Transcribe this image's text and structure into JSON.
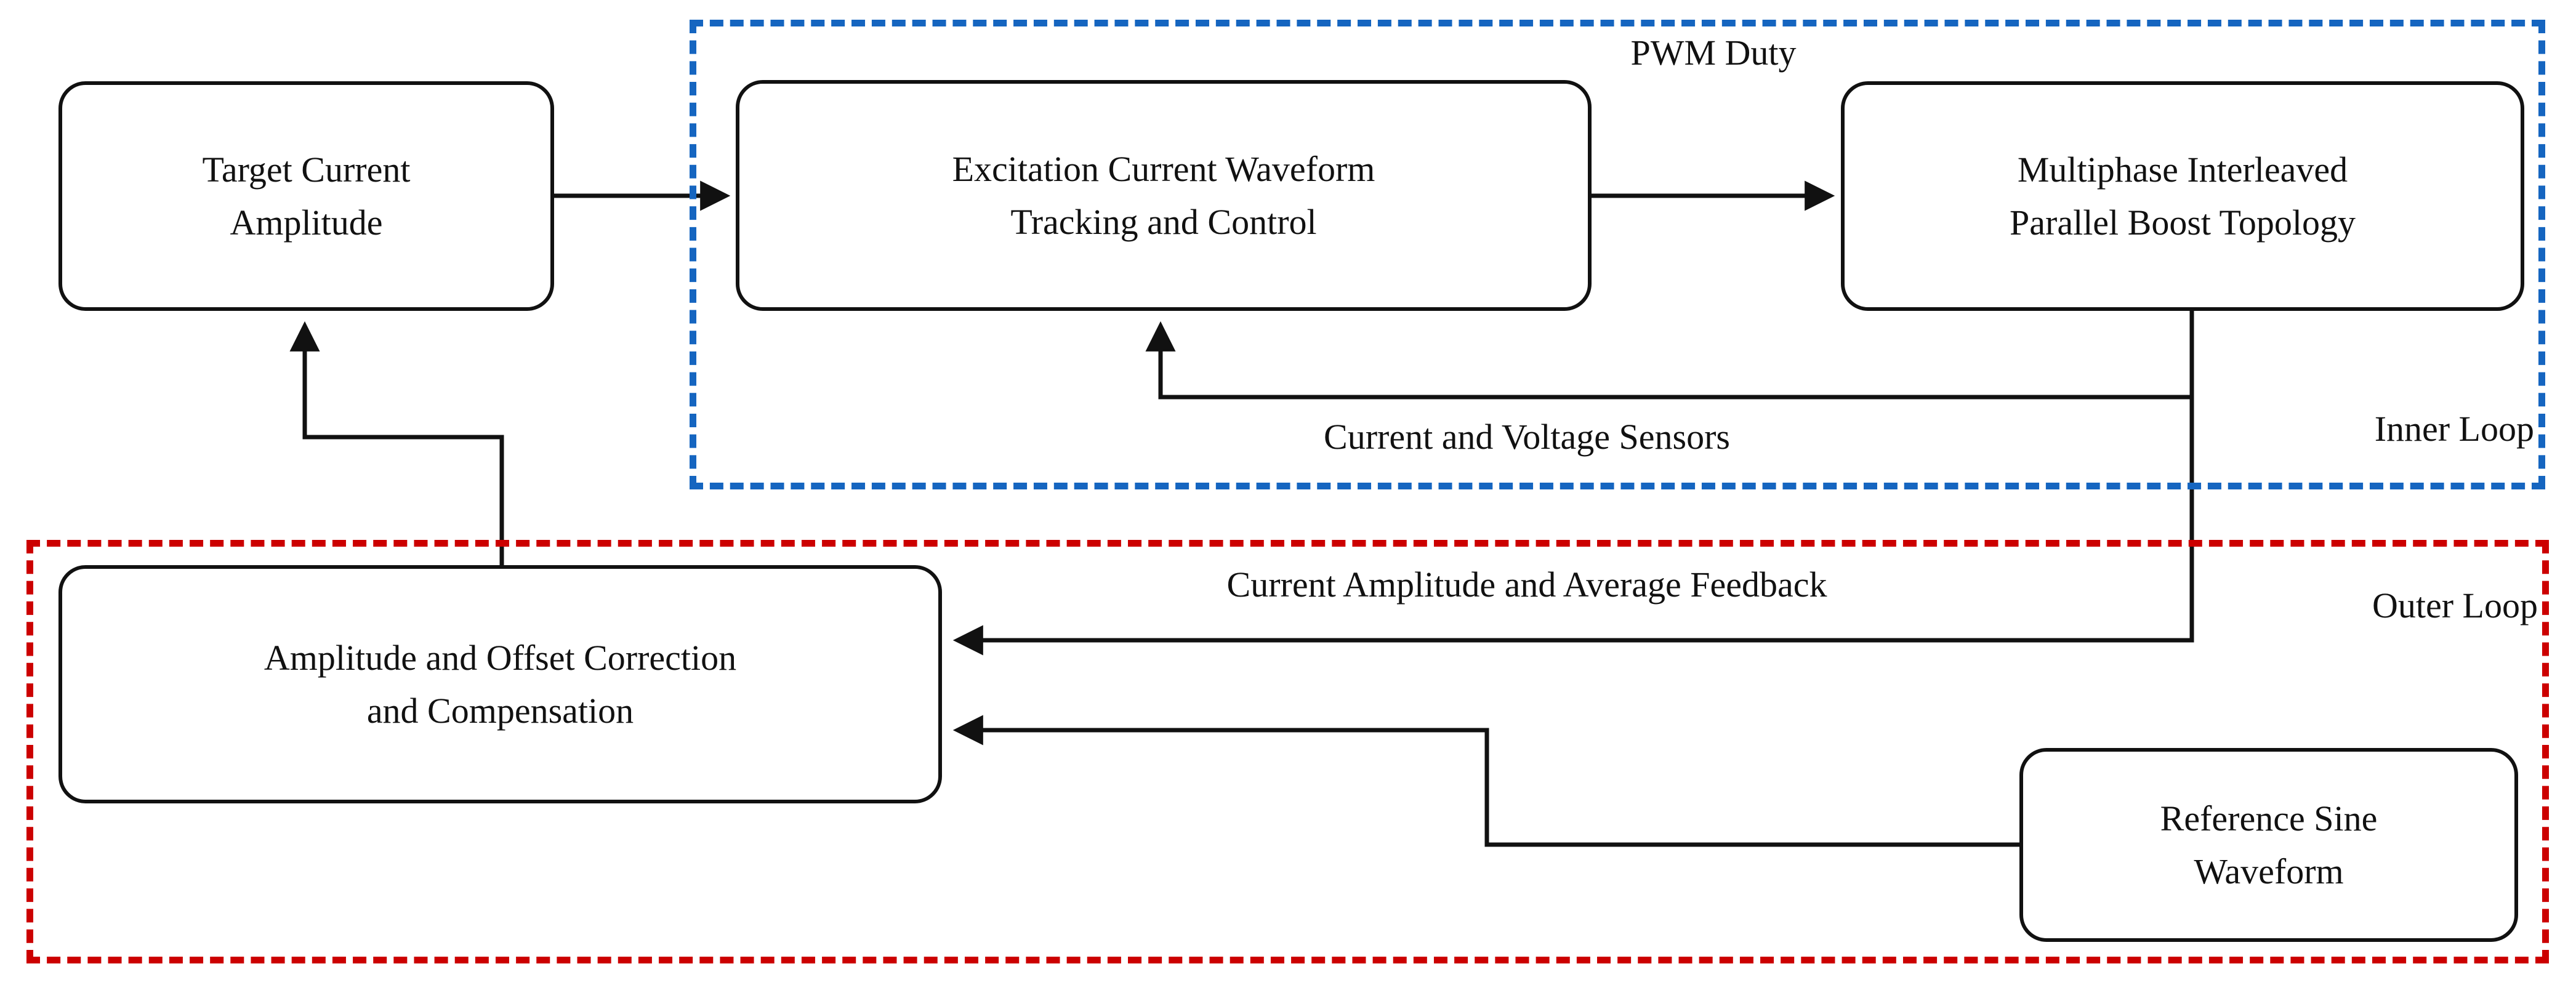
{
  "diagram": {
    "title": "Dual-loop excitation current control block diagram",
    "background": "#ffffff",
    "line_color": "#111111",
    "inner_loop_color": "#1565C0",
    "outer_loop_color": "#CC0000"
  },
  "regions": {
    "inner": {
      "label": "Inner Loop",
      "color": "#1565C0",
      "style": "dashed"
    },
    "outer": {
      "label": "Outer Loop",
      "color": "#CC0000",
      "style": "dashed"
    }
  },
  "blocks": {
    "target": {
      "line1": "Target Current",
      "line2": "Amplitude"
    },
    "excitation": {
      "line1": "Excitation Current Waveform",
      "line2": "Tracking and Control"
    },
    "multiphase": {
      "line1": "Multiphase Interleaved",
      "line2": "Parallel Boost Topology"
    },
    "correction": {
      "line1": "Amplitude and Offset Correction",
      "line2": "and Compensation"
    },
    "refsine": {
      "line1": "Reference Sine",
      "line2": "Waveform"
    }
  },
  "edge_labels": {
    "pwm_duty_line1": "PWM",
    "pwm_duty_line2": "Duty",
    "sensors": "Current and Voltage Sensors",
    "feedback": "Current Amplitude and Average Feedback"
  },
  "connections": [
    {
      "from": "target",
      "to": "excitation",
      "label": ""
    },
    {
      "from": "excitation",
      "to": "multiphase",
      "label": "PWM Duty"
    },
    {
      "from": "multiphase",
      "to": "excitation",
      "label": "Current and Voltage Sensors"
    },
    {
      "from": "multiphase",
      "to": "correction",
      "label": "Current Amplitude and Average Feedback"
    },
    {
      "from": "refsine",
      "to": "correction",
      "label": ""
    },
    {
      "from": "correction",
      "to": "target",
      "label": ""
    }
  ]
}
